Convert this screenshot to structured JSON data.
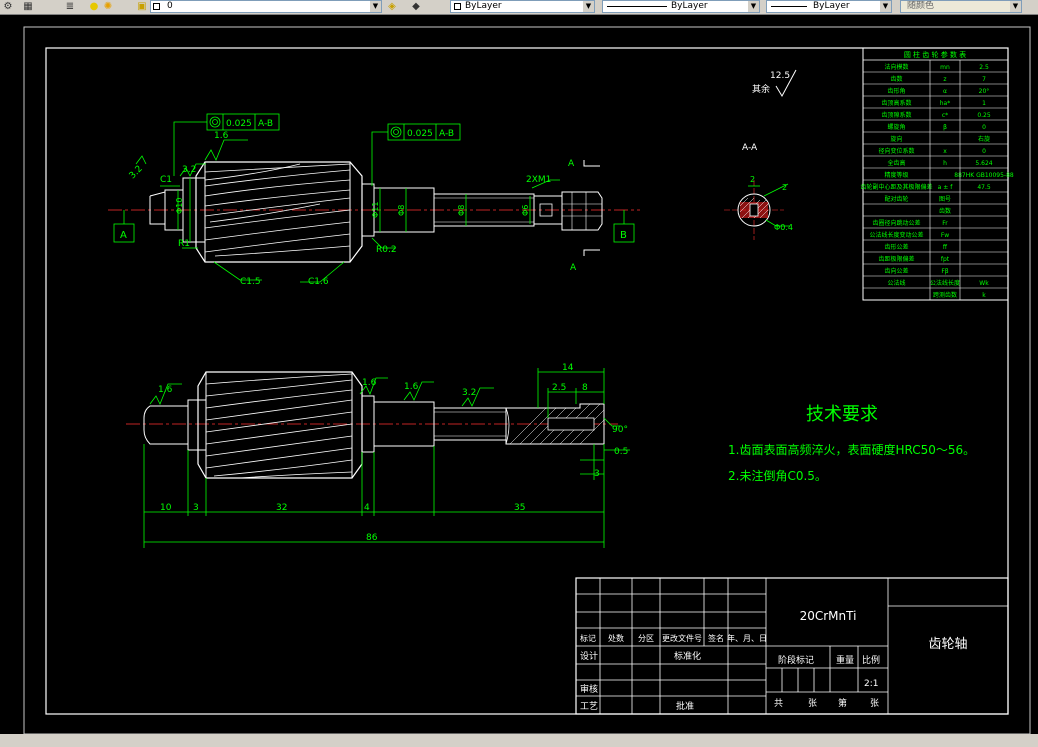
{
  "toolbar": {
    "layer_name": "0",
    "color_value": "ByLayer",
    "linetype_value": "ByLayer",
    "lineweight_value": "ByLayer",
    "plotstyle_value": "随颜色"
  },
  "drawing": {
    "top_view": {
      "fcf_left_value": "0.025",
      "fcf_left_datum": "A-B",
      "fcf_right_value": "0.025",
      "fcf_right_datum": "A-B",
      "rough_1": "1.6",
      "rough_2": "3.2",
      "rough_3": "3.2",
      "chamfer_c1": "C1",
      "chamfer_c15": "C1.5",
      "chamfer_c16": "C1.6",
      "radius_r1": "R1",
      "radius_r02": "R0.2",
      "thread_callout": "2XM1",
      "datum_a": "A",
      "datum_b": "B",
      "section_a_top": "A",
      "section_a_bottom": "A",
      "dia_1": "Φ10",
      "dia_2": "Φ11",
      "dia_3": "Φ8",
      "dia_4": "Φ8",
      "dia_5": "Φ6"
    },
    "section": {
      "title": "A-A",
      "dim_top": "2",
      "dim_slot": "2",
      "dia": "Φ0.4"
    },
    "rest_rough": {
      "value": "12.5",
      "label": "其余"
    },
    "front_view": {
      "rough_1": "1.6",
      "rough_2": "1.6",
      "rough_3": "1.6",
      "rough_4": "3.2",
      "dim_14": "14",
      "dim_25": "2.5",
      "dim_8": "8",
      "angle": "90°",
      "dim_05": "0.5",
      "dim_3": "3",
      "dim_10": "10",
      "dim_3b": "3",
      "dim_32": "32",
      "dim_4": "4",
      "dim_35": "35",
      "dim_86": "86"
    },
    "tech_req": {
      "title": "技术要求",
      "line1": "1.齿面表面高频淬火，表面硬度HRC50～56。",
      "line2": "2.未注倒角C0.5。"
    },
    "gear_table": {
      "title": "圆 柱 齿 轮 参 数 表",
      "rows": [
        [
          "法向模数",
          "mn",
          "2.5"
        ],
        [
          "齿数",
          "z",
          "7"
        ],
        [
          "齿形角",
          "α",
          "20°"
        ],
        [
          "齿顶高系数",
          "ha*",
          "1"
        ],
        [
          "齿顶隙系数",
          "c*",
          "0.25"
        ],
        [
          "螺旋角",
          "β",
          "0"
        ],
        [
          "旋向",
          "",
          "右旋"
        ],
        [
          "径向变位系数",
          "x",
          "0"
        ],
        [
          "全齿高",
          "h",
          "5.624"
        ],
        [
          "精度等级",
          "",
          "887HK GB10095-88"
        ],
        [
          "齿轮副中心距及其极限偏差",
          "a ± f",
          "47.5"
        ],
        [
          "配对齿轮",
          "图号",
          ""
        ],
        [
          "",
          "齿数",
          ""
        ],
        [
          "齿圈径向跳动公差",
          "Fr",
          ""
        ],
        [
          "公法线长度变动公差",
          "Fw",
          ""
        ],
        [
          "齿形公差",
          "ff",
          ""
        ],
        [
          "齿距极限偏差",
          "fpt",
          ""
        ],
        [
          "齿向公差",
          "Fβ",
          ""
        ],
        [
          "公法线",
          "公法线长度",
          "Wk"
        ],
        [
          "",
          "跨测齿数",
          "k"
        ]
      ]
    },
    "title_block": {
      "material": "20CrMnTi",
      "part_name": "齿轮轴",
      "headers": [
        "标记",
        "处数",
        "分区",
        "更改文件号",
        "签名",
        "年、月、日"
      ],
      "design": "设计",
      "standard": "标准化",
      "stage_mark": "阶段标记",
      "weight": "重量",
      "scale_label": "比例",
      "scale_value": "2:1",
      "review": "审核",
      "process": "工艺",
      "approve": "批准",
      "sheets": [
        "共",
        "张",
        "第",
        "张"
      ]
    }
  }
}
